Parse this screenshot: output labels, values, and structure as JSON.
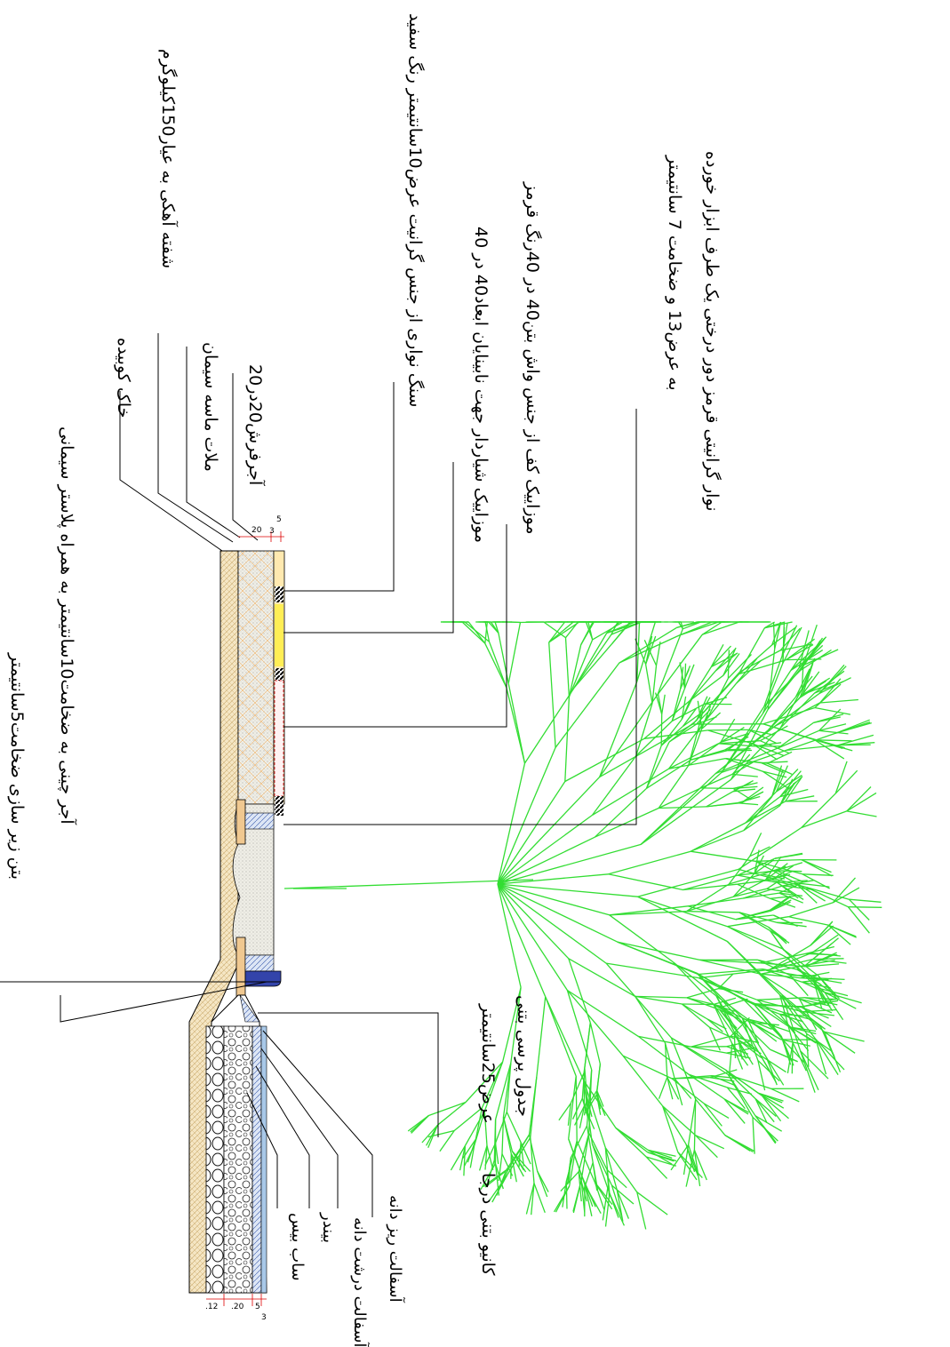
{
  "labels": {
    "granite_edge": "نوار گرانیتی قرمز دور درختی یک طرف ابزار خورده",
    "granite_edge_dims": "به عرض13 و ضخامت 7 سانتیمتر",
    "mosaic_1": "موزاییک کف از جنس واش بتن40 در 40رنگ قرمز",
    "mosaic_2": "موزاییک شیاردار جهت نابینایان ابعاد40 در 40",
    "stone_strip": "سنگ نواری از جنس گرانیت عرض10سانتیمتر رنگ سفید",
    "brick_paving": "آجرفرش20در20",
    "cement_mortar": "ملات ماسه سیمان",
    "gravel_slope": "شفته آهکی به عیار150کیلوگرم",
    "compacted_soil": "خاک کوبیده",
    "brick_wall": "آجر چینی به ضخامت10سانتیمتر به همراه پلاستر سیمانی",
    "concrete_base": "بتن زیر سازی ضخامت5سانتیمتر",
    "curb": "جدول پرسی بتنی",
    "curb_width": "عرض25سانتیمتر",
    "curb_full": "کانیو بتنی درجا",
    "fine_asphalt": "آسفالت ریز دانه",
    "coarse_asphalt": "آسفالت درشت دانه",
    "binder": "بیندر",
    "subbase": "ساب بیس"
  },
  "dimensions": {
    "top_20": "20",
    "top_5": "5",
    "top_3": "3",
    "bot_12": ".12",
    "bot_20": ".20",
    "bot_5": "5",
    "bot_3": "3"
  },
  "colors": {
    "tree": "#33dd33",
    "leader": "#000000",
    "soil": "#f3e3c0",
    "concrete": "#c8c8c8",
    "blue_curb": "#3344aa",
    "dim_red": "#dd0000"
  }
}
